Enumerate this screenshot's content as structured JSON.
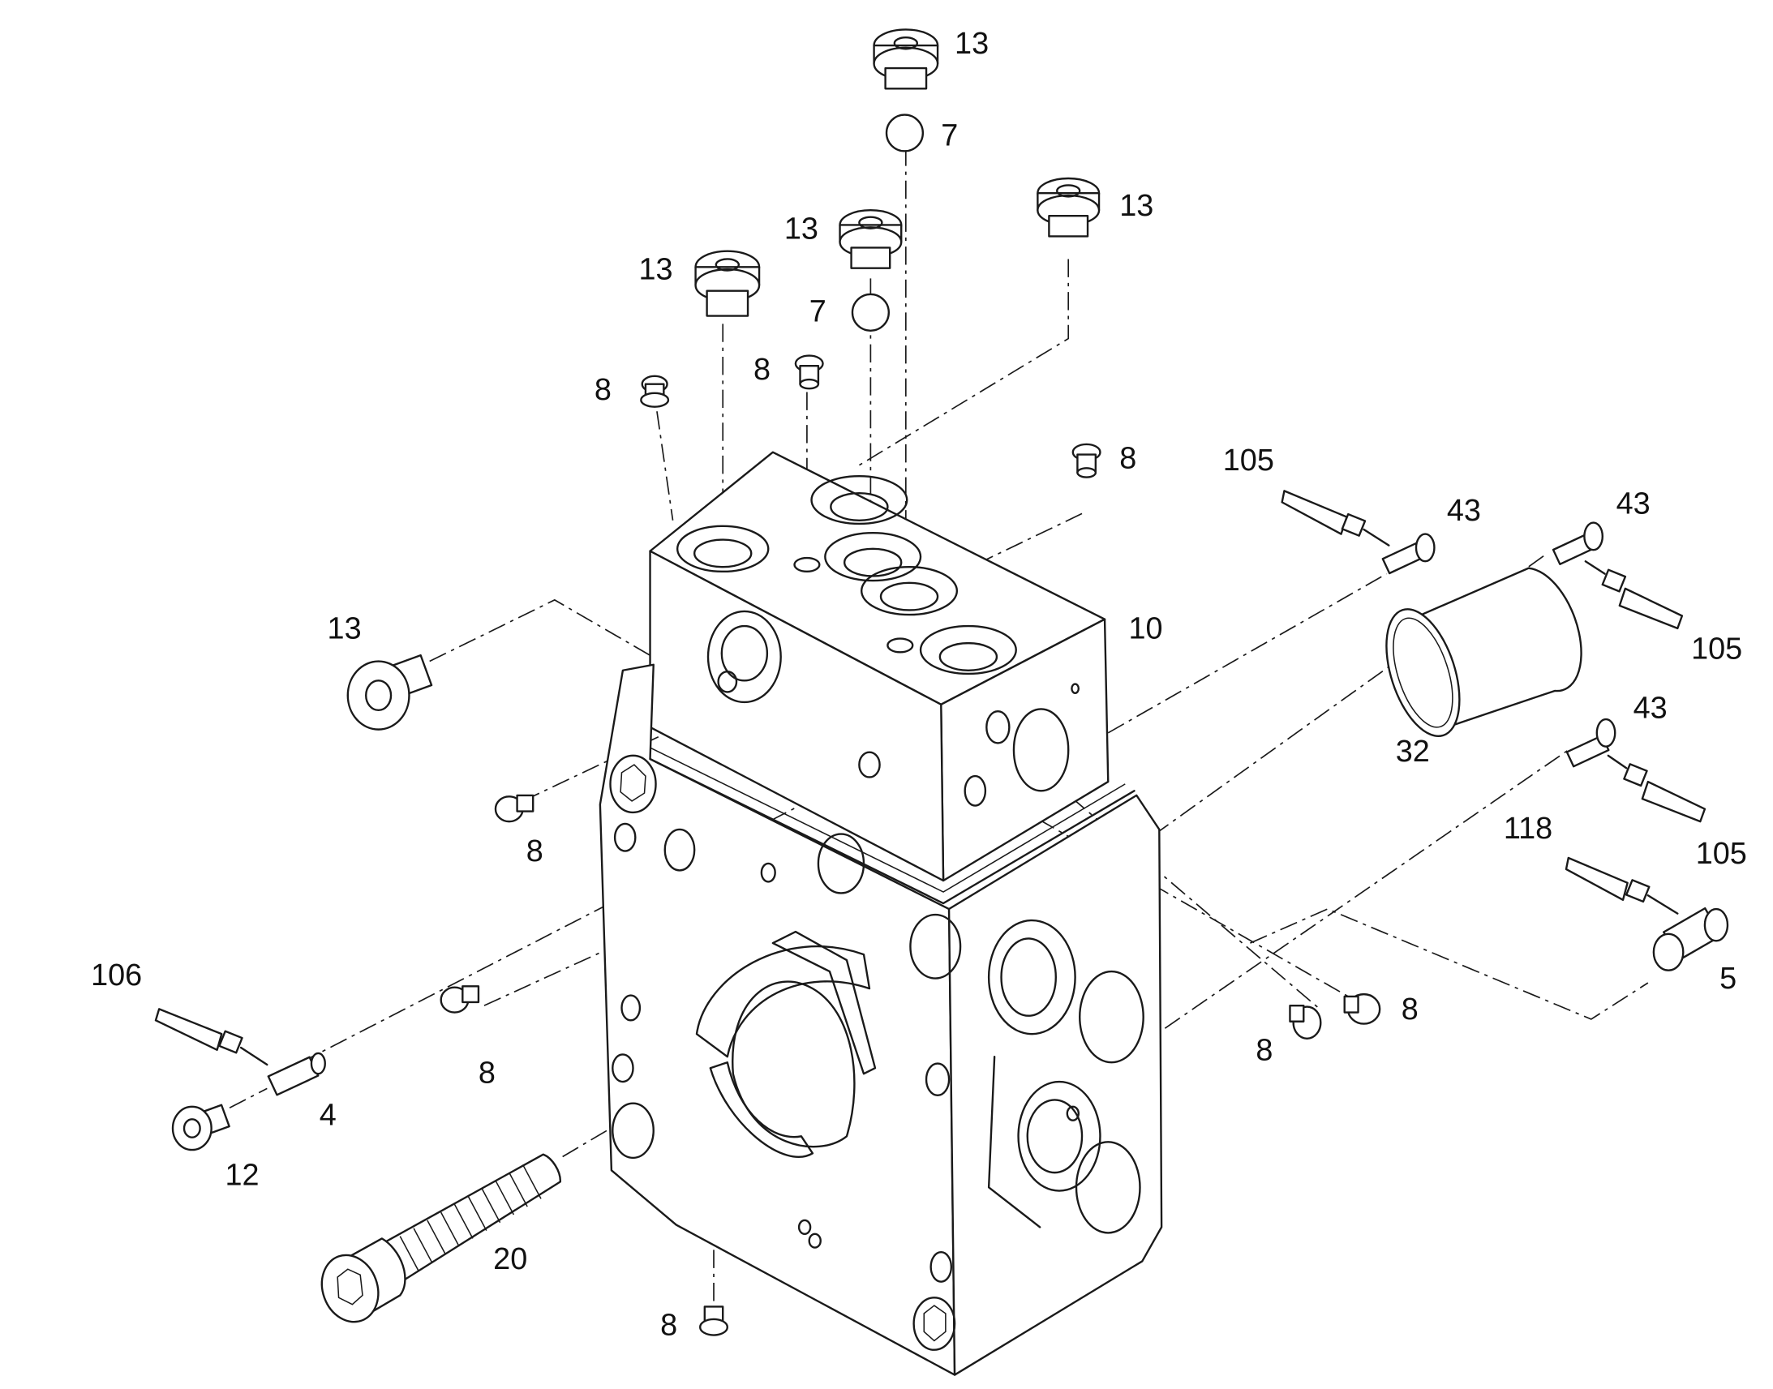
{
  "diagram": {
    "callouts": [
      {
        "id": "c1",
        "text": "13"
      },
      {
        "id": "c2",
        "text": "7"
      },
      {
        "id": "c3",
        "text": "13"
      },
      {
        "id": "c4",
        "text": "13"
      },
      {
        "id": "c5",
        "text": "7"
      },
      {
        "id": "c6",
        "text": "13"
      },
      {
        "id": "c7",
        "text": "8"
      },
      {
        "id": "c8",
        "text": "8"
      },
      {
        "id": "c9",
        "text": "8"
      },
      {
        "id": "c10",
        "text": "105"
      },
      {
        "id": "c11",
        "text": "43"
      },
      {
        "id": "c12",
        "text": "43"
      },
      {
        "id": "c13",
        "text": "13"
      },
      {
        "id": "c14",
        "text": "10"
      },
      {
        "id": "c15",
        "text": "105"
      },
      {
        "id": "c16",
        "text": "32"
      },
      {
        "id": "c17",
        "text": "43"
      },
      {
        "id": "c18",
        "text": "8"
      },
      {
        "id": "c19",
        "text": "118"
      },
      {
        "id": "c20",
        "text": "105"
      },
      {
        "id": "c21",
        "text": "106"
      },
      {
        "id": "c22",
        "text": "5"
      },
      {
        "id": "c23",
        "text": "8"
      },
      {
        "id": "c24",
        "text": "8"
      },
      {
        "id": "c25",
        "text": "8"
      },
      {
        "id": "c26",
        "text": "4"
      },
      {
        "id": "c27",
        "text": "12"
      },
      {
        "id": "c28",
        "text": "20"
      },
      {
        "id": "c29",
        "text": "8"
      }
    ]
  }
}
